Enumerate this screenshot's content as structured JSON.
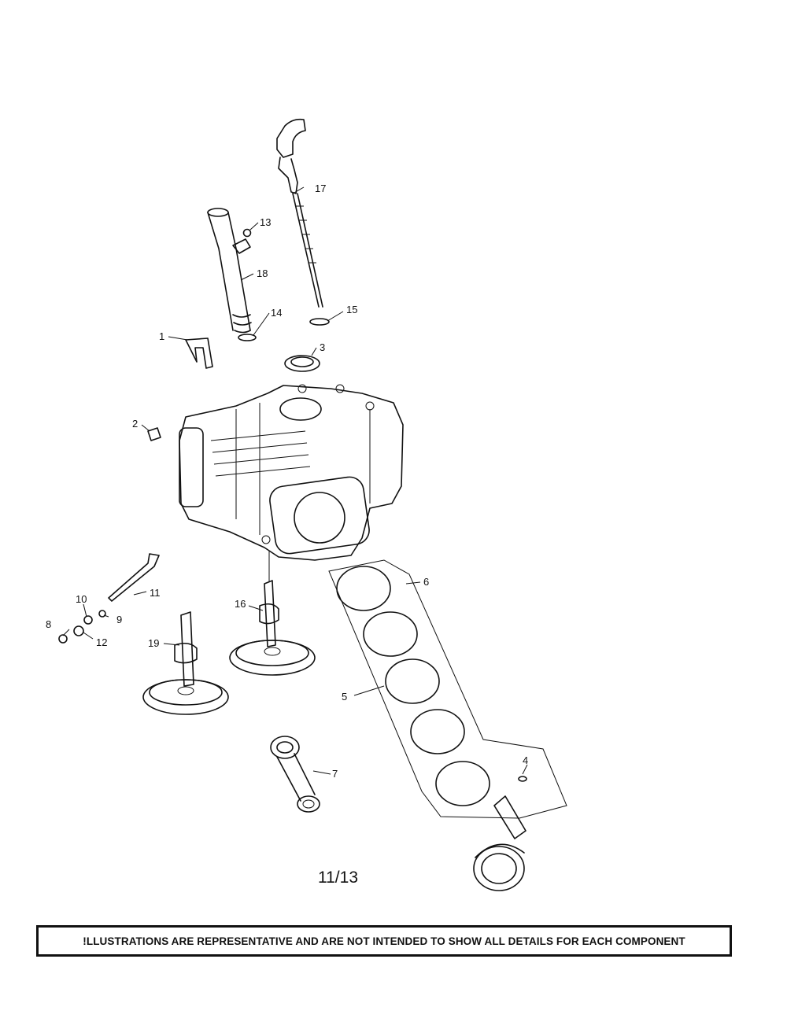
{
  "page": {
    "page_number": "11/13",
    "disclaimer": "!LLUSTRATIONS ARE REPRESENTATIVE AND ARE NOT INTENDED TO SHOW ALL DETAILS FOR EACH COMPONENT"
  },
  "callouts": [
    "1",
    "2",
    "3",
    "4",
    "5",
    "6",
    "7",
    "8",
    "9",
    "10",
    "11",
    "12",
    "13",
    "14",
    "15",
    "16",
    "17",
    "18",
    "19"
  ]
}
